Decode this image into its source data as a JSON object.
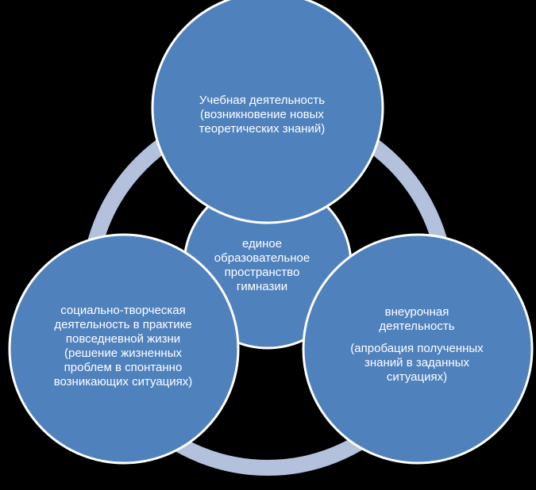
{
  "colors": {
    "background": "#000000",
    "circle_fill": "#4f81bd",
    "circle_stroke": "#ffffff",
    "ring": "#b3c1dd",
    "text": "#ffffff"
  },
  "nodes": {
    "top": {
      "lines": [
        "Учебная деятельность",
        "(возникновение новых",
        "теоретических знаний)"
      ]
    },
    "center": {
      "lines": [
        "единое",
        "образовательное",
        "пространство",
        "гимназии"
      ]
    },
    "left": {
      "lines": [
        "социально-творческая",
        "деятельность в практике",
        "повседневной жизни",
        "(решение жизненных",
        "проблем в спонтанно",
        "возникающих ситуациях)"
      ]
    },
    "right": {
      "title_lines": [
        "внеурочная",
        "деятельность"
      ],
      "detail_lines": [
        "(апробация полученных",
        "знаний в заданных",
        "ситуациях)"
      ]
    }
  }
}
